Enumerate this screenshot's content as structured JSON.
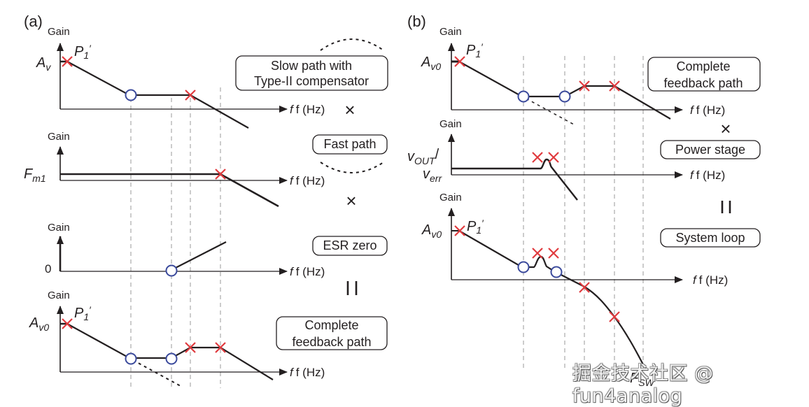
{
  "figure": {
    "panels": [
      {
        "id": "a",
        "tag": "(a)",
        "plots": [
          {
            "name": "slow-path",
            "y_label": "Gain",
            "x_label": "f (Hz)",
            "level_label": "A",
            "level_sub": "v",
            "pole_label": "P",
            "pole_sub": "1",
            "pole_prime": "′",
            "box": [
              "Slow path with",
              "Type-II compensator"
            ],
            "operator": "×",
            "markers": [
              "pole P1'",
              "zero",
              "pole"
            ]
          },
          {
            "name": "fast-path",
            "y_label": "Gain",
            "x_label": "f (Hz)",
            "level_label": "F",
            "level_sub": "m1",
            "box": [
              "Fast path"
            ],
            "operator": "×",
            "markers": [
              "pole"
            ]
          },
          {
            "name": "esr-zero",
            "y_label": "Gain",
            "x_label": "f (Hz)",
            "level_label": "0",
            "box": [
              "ESR zero"
            ],
            "operator": "=",
            "markers": [
              "zero"
            ]
          },
          {
            "name": "complete-feedback-a",
            "y_label": "Gain",
            "x_label": "f (Hz)",
            "level_label": "A",
            "level_sub": "v0",
            "pole_label": "P",
            "pole_sub": "1",
            "pole_prime": "′",
            "box": [
              "Complete",
              "feedback path"
            ],
            "markers": [
              "pole P1'",
              "zero",
              "zero",
              "pole",
              "pole"
            ]
          }
        ]
      },
      {
        "id": "b",
        "tag": "(b)",
        "plots": [
          {
            "name": "complete-feedback-b",
            "y_label": "Gain",
            "x_label": "f (Hz)",
            "level_label": "A",
            "level_sub": "v0",
            "pole_label": "P",
            "pole_sub": "1",
            "pole_prime": "′",
            "box": [
              "Complete",
              "feedback path"
            ],
            "operator": "×",
            "markers": [
              "pole P1'",
              "zero",
              "zero",
              "pole",
              "pole"
            ]
          },
          {
            "name": "power-stage",
            "y_label": "Gain",
            "x_label": "f (Hz)",
            "level_label_top": "v",
            "level_sub_top": "OUT",
            "level_slash": "/",
            "level_label_bot": "v",
            "level_sub_bot": "err",
            "box": [
              "Power stage"
            ],
            "operator": "=",
            "markers": [
              "double pole",
              "double pole"
            ]
          },
          {
            "name": "system-loop",
            "y_label": "Gain",
            "x_label": "f (Hz)",
            "level_label": "A",
            "level_sub": "v0",
            "pole_label": "P",
            "pole_sub": "1",
            "pole_prime": "′",
            "box": [
              "System loop"
            ],
            "end_label": "F",
            "end_sub": "SW",
            "markers": [
              "pole P1'",
              "zero",
              "double pole",
              "double pole",
              "zero",
              "pole",
              "pole"
            ]
          }
        ]
      }
    ],
    "colors": {
      "line": "#231f20",
      "pole": "#e03a3e",
      "zero": "#3b4a9c",
      "guide": "#9a9a9a"
    }
  },
  "watermark": "掘金技术社区 @ fun4analog"
}
